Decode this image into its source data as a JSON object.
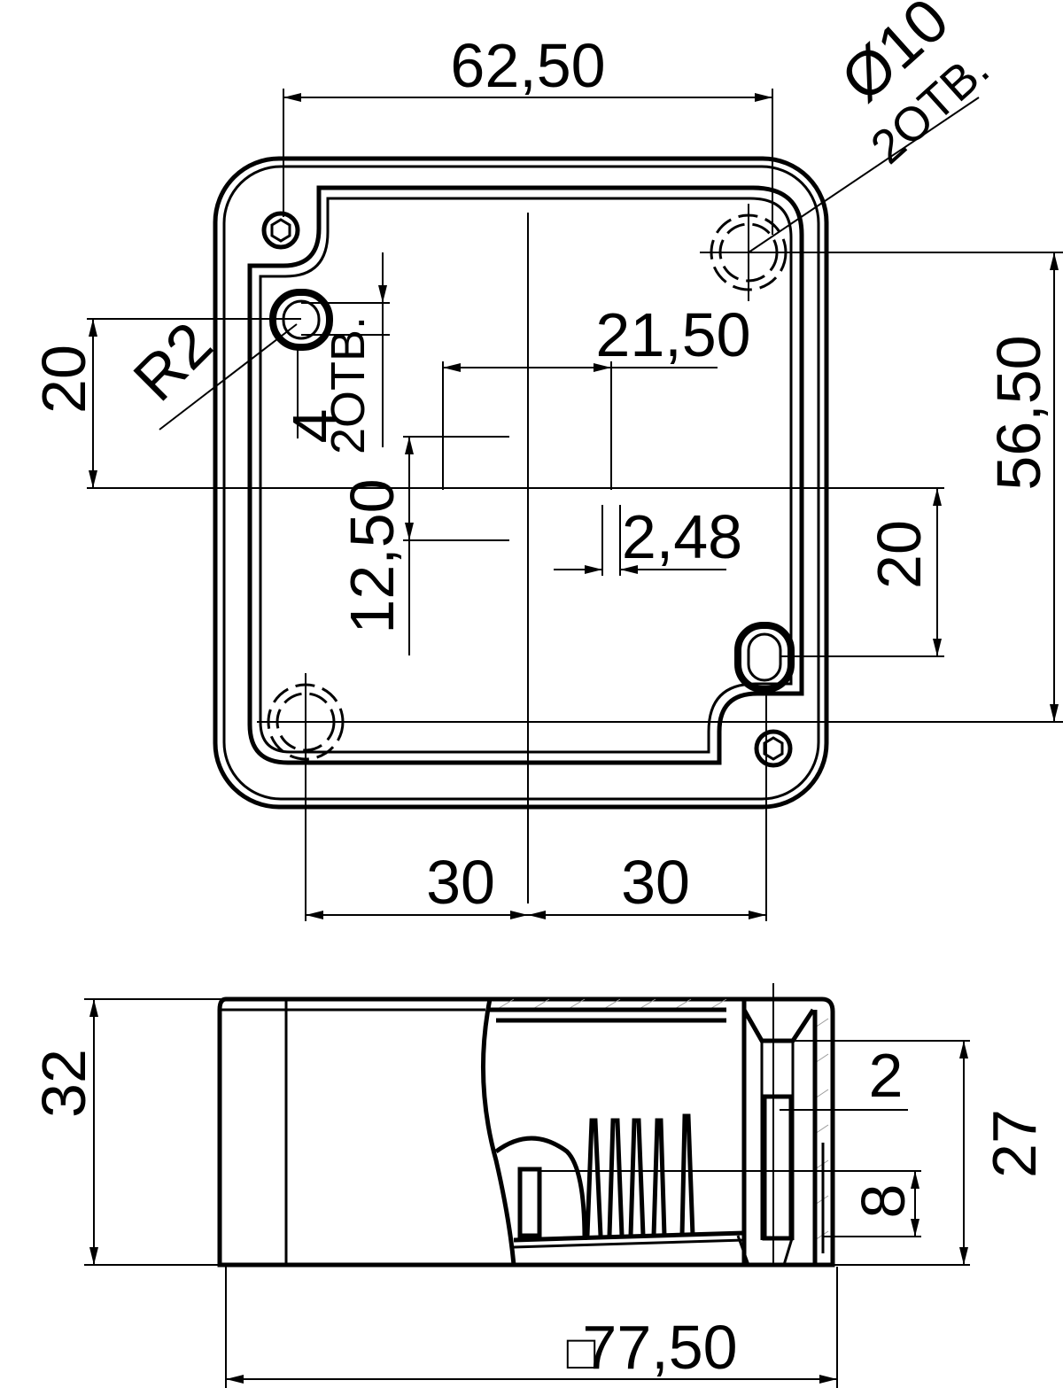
{
  "top_view": {
    "overall_width": "62,50",
    "hole_diameter": "Ø10",
    "hole_count": "2ОТВ.",
    "offset_21": "21,50",
    "fillet_radius": "R2",
    "slot_width": "4",
    "slot_count": "2ОТВ.",
    "height_left": "20",
    "height_right": "20",
    "overall_height": "56,50",
    "offset_12": "12,50",
    "offset_2": "2,48",
    "half_left": "30",
    "half_right": "30"
  },
  "side_view": {
    "height_total": "32",
    "height_inner": "27",
    "step": "2",
    "slot_depth": "8",
    "square_symbol": "□",
    "width_total": "77,50"
  }
}
